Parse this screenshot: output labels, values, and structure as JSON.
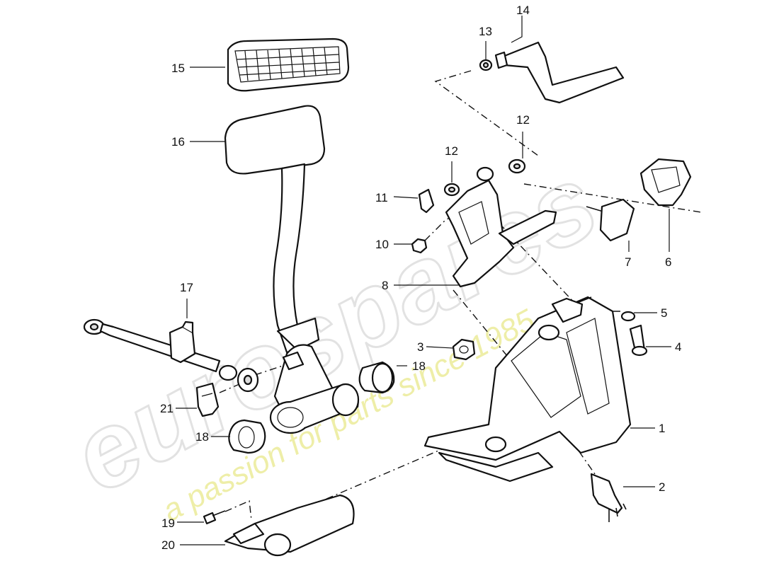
{
  "watermark": {
    "brand": "eurospares",
    "tagline": "a passion for parts since 1985",
    "brand_color": "#e6e6e6",
    "tagline_color": "#ecec9c"
  },
  "callouts": [
    {
      "id": "c1",
      "label": "1"
    },
    {
      "id": "c2",
      "label": "2"
    },
    {
      "id": "c3",
      "label": "3"
    },
    {
      "id": "c4",
      "label": "4"
    },
    {
      "id": "c5",
      "label": "5"
    },
    {
      "id": "c6",
      "label": "6"
    },
    {
      "id": "c7",
      "label": "7"
    },
    {
      "id": "c8",
      "label": "8"
    },
    {
      "id": "c10",
      "label": "10"
    },
    {
      "id": "c11",
      "label": "11"
    },
    {
      "id": "c12a",
      "label": "12"
    },
    {
      "id": "c12b",
      "label": "12"
    },
    {
      "id": "c13",
      "label": "13"
    },
    {
      "id": "c14",
      "label": "14"
    },
    {
      "id": "c15",
      "label": "15"
    },
    {
      "id": "c16",
      "label": "16"
    },
    {
      "id": "c17",
      "label": "17"
    },
    {
      "id": "c18a",
      "label": "18"
    },
    {
      "id": "c18b",
      "label": "18"
    },
    {
      "id": "c19",
      "label": "19"
    },
    {
      "id": "c20",
      "label": "20"
    },
    {
      "id": "c21",
      "label": "21"
    }
  ]
}
